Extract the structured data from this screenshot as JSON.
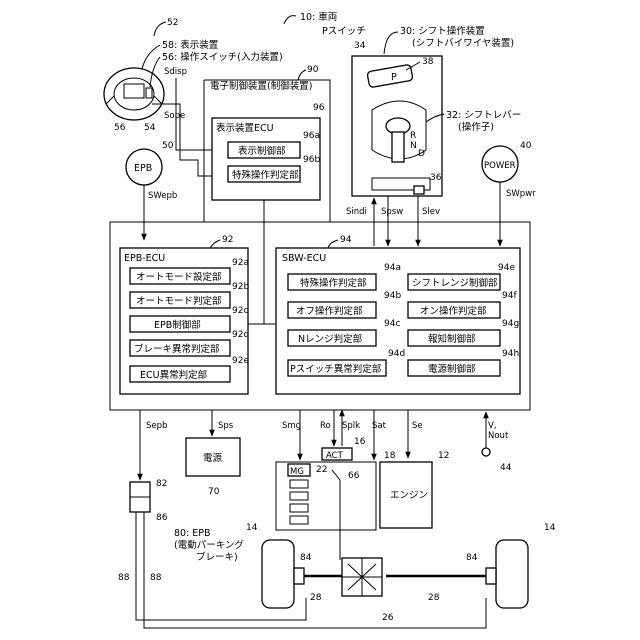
{
  "refs": {
    "vehicle": "10: 車両",
    "display_label": "58: 表示装置",
    "operation_switch_label": "56: 操作スイッチ(入力装置)",
    "n52": "52",
    "n56": "56",
    "n54": "54",
    "electronic_control_label": "電子制御装置(制御装置)",
    "n90": "90",
    "display_ecu": "表示装置ECU",
    "n96": "96",
    "n96a": "96a",
    "n96b": "96b",
    "display_control": "表示制御部",
    "special_op_judge_96b": "特殊操作判定部",
    "shift_operation_device_1": "30: シフト操作装置",
    "shift_operation_device_2": "(シフトバイワイヤ装置)",
    "p_switch": "Pスイッチ",
    "n34": "34",
    "n38": "38",
    "p_button_text": "P",
    "shift_lever_1": "32: シフトレバー",
    "shift_lever_2": "(操作子)",
    "n36": "36",
    "epb_circle": "EPB",
    "n50": "50",
    "power_circle": "POWER",
    "n40": "40",
    "epb_ecu": "EPB-ECU",
    "n92": "92",
    "auto_mode_setting": "オートモード設定部",
    "n92a": "92a",
    "auto_mode_judge": "オートモード判定部",
    "n92b": "92b",
    "epb_control": "EPB制御部",
    "n92c": "92c",
    "brake_fault_judge": "ブレーキ異常判定部",
    "n92d": "92d",
    "ecu_fault_judge": "ECU異常判定部",
    "n92e": "92e",
    "sbw_ecu": "SBW-ECU",
    "n94": "94",
    "special_op_judge": "特殊操作判定部",
    "n94a": "94a",
    "shift_range_control": "シフトレンジ制御部",
    "n94e": "94e",
    "off_op_judge": "オフ操作判定部",
    "n94b": "94b",
    "on_op_judge": "オン操作判定部",
    "n94f": "94f",
    "n_range_judge": "Nレンジ判定部",
    "n94c": "94c",
    "notification_control": "報知制御部",
    "n94g": "94g",
    "p_switch_fault_judge": "Pスイッチ異常判定部",
    "n94d": "94d",
    "power_control": "電源制御部",
    "n94h": "94h",
    "power_source": "電源",
    "n70": "70",
    "act": "ACT",
    "n16": "16",
    "n18": "18",
    "n12": "12",
    "engine": "エンジン",
    "mg": "MG",
    "n22": "22",
    "n66": "66",
    "n82": "82",
    "n86": "86",
    "epb_device_1": "80: EPB",
    "epb_device_2": "(電動パーキング",
    "epb_device_3": "ブレーキ)",
    "n14_left": "14",
    "n14_right": "14",
    "n84_left": "84",
    "n84_right": "84",
    "n88_left": "88",
    "n88_right": "88",
    "n28_left": "28",
    "n28_right": "28",
    "n26": "26",
    "n44": "44"
  },
  "signals": {
    "sdisp": "Sdisp",
    "sope": "Sope",
    "swepb": "SWepb",
    "swpwr": "SWpwr",
    "sindi": "Sindi",
    "spsw": "Spsw",
    "slev": "Slev",
    "sepb": "Sepb",
    "sps": "Sps",
    "smg": "Smg",
    "ro": "Ro",
    "splk": "Splk",
    "sat": "Sat",
    "se": "Se",
    "v": "V,",
    "nout": "Nout"
  }
}
